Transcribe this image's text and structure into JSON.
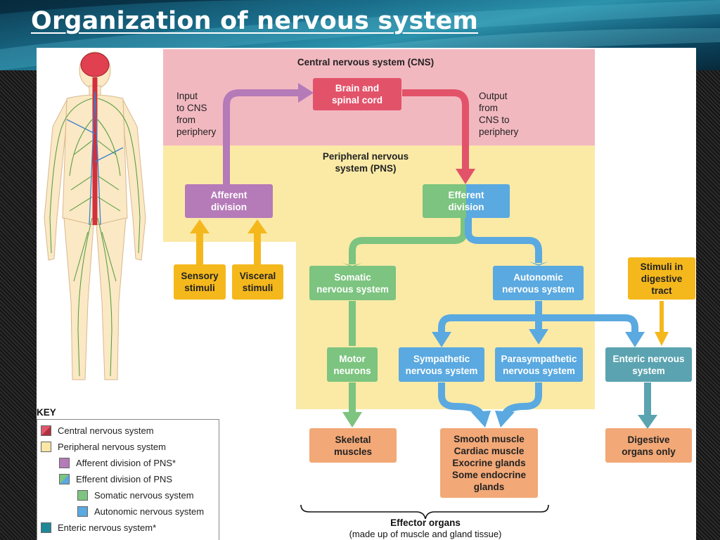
{
  "slide": {
    "title": "Organization of nervous system"
  },
  "diagram": {
    "cns_zone_label": "Central nervous system (CNS)",
    "pns_zone_label": "Peripheral nervous\nsystem (PNS)",
    "input_label": "Input\nto CNS\nfrom\nperiphery",
    "output_label": "Output\nfrom\nCNS to\nperiphery",
    "boxes": {
      "brain": "Brain and\nspinal cord",
      "afferent": "Afferent\ndivision",
      "efferent": "Efferent\ndivision",
      "sensory": "Sensory\nstimuli",
      "visceral": "Visceral\nstimuli",
      "somatic": "Somatic\nnervous system",
      "autonomic": "Autonomic\nnervous system",
      "digestive_stimuli": "Stimuli in\ndigestive\ntract",
      "motor": "Motor\nneurons",
      "sympathetic": "Sympathetic\nnervous system",
      "parasympathetic": "Parasympathetic\nnervous system",
      "enteric": "Enteric nervous\nsystem",
      "skeletal": "Skeletal\nmuscles",
      "smooth": "Smooth muscle\nCardiac muscle\nExocrine glands\nSome endocrine\nglands",
      "digestive_organs": "Digestive\norgans only"
    },
    "effector_title": "Effector organs",
    "effector_subtitle": "(made up of muscle and gland tissue)"
  },
  "key": {
    "title": "KEY",
    "items": [
      {
        "label": "Central nervous system",
        "indent": 0,
        "color": "#e2576b"
      },
      {
        "label": "Peripheral nervous system",
        "indent": 0,
        "color": "#fbe6a6"
      },
      {
        "label": "Afferent division of PNS*",
        "indent": 1,
        "color": "#b57ab8"
      },
      {
        "label": "Efferent division of PNS",
        "indent": 1,
        "color": "#7cc47f"
      },
      {
        "label": "Somatic nervous system",
        "indent": 2,
        "color": "#7cc47f"
      },
      {
        "label": "Autonomic nervous system",
        "indent": 2,
        "color": "#5aa9e0"
      },
      {
        "label": "Enteric nervous system*",
        "indent": 0,
        "color": "#1f8896"
      }
    ]
  },
  "colors": {
    "cns_bg": "#f2b8c0",
    "pns_bg": "#faeaa6",
    "cns_box": "#e2536a",
    "afferent": "#b57ab8",
    "efferent_green": "#7cc47f",
    "autonomic_blue": "#5aa9e0",
    "enteric_teal": "#5ba3b0",
    "stimuli_yellow": "#f5b81c",
    "effector_orange": "#f2a877"
  },
  "icons": {
    "figure": "human-nervous-system-figure"
  }
}
